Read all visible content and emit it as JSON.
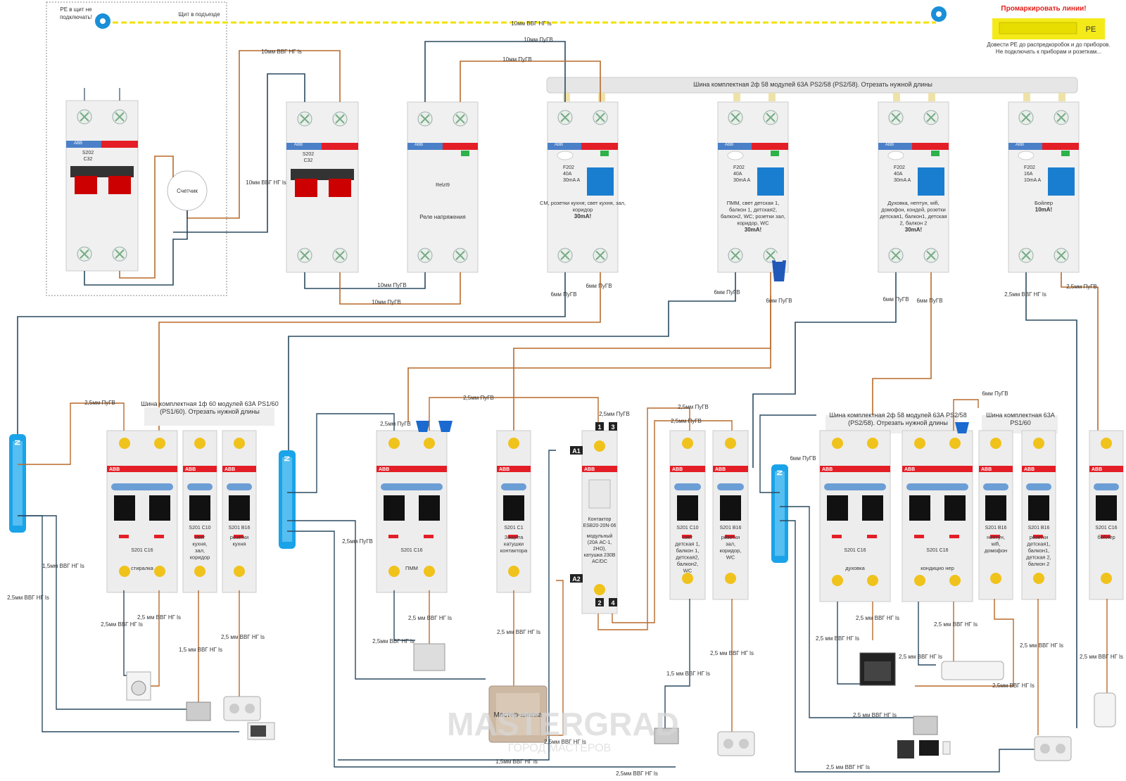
{
  "top": {
    "pe_note": [
      "PE в щит не",
      "подключать!"
    ],
    "panel_label": "Щит в подъезде",
    "pe_cable": "10мм ВВГ НГ ls",
    "mark_lines": "Промаркировать линии!",
    "pe_bar_label": "PE",
    "pe_advice": [
      "Довести PE до распредкоробок и до приборов.",
      "Не подключать к приборам и розеткам..."
    ],
    "meter": "Счетчик",
    "cable_upper_brown": "10мм ВВГ НГ ls",
    "cable_upper_blue": "10мм ВВГ НГ ls",
    "cable_pugv_1": "10мм ПуГВ",
    "cable_pugv_2": "10мм ПуГВ",
    "cable_pugv_3": "10мм ПуГВ",
    "cable_pugv_4": "10мм ПуГВ",
    "bus_top": "Шина комплектная 2ф 58 модулей 63А PS2/58 (PS2/58). Отрезать нужной длины"
  },
  "top_devices": [
    {
      "brand": "ABB",
      "type": "S202",
      "rating": "C32",
      "desc": ""
    },
    {
      "brand": "ABB",
      "type": "S202",
      "rating": "C32",
      "desc": ""
    },
    {
      "brand": "ABB",
      "type": "RelzI9",
      "rating": "",
      "desc": "Реле напряжения"
    },
    {
      "brand": "ABB",
      "type": "F202",
      "rating": "40A",
      "leak": "30mA A",
      "desc": "СМ, розетки кухня; свет кухня, зал, коридор",
      "bold": "30mA!"
    },
    {
      "brand": "ABB",
      "type": "F202",
      "rating": "40A",
      "leak": "30mA A",
      "desc": "ПММ, свет детская 1, балкон 1, детская2, балкон2, WC; розетки зал, коридор, WC",
      "bold": "30mA!"
    },
    {
      "brand": "ABB",
      "type": "F202",
      "rating": "40A",
      "leak": "30mA A",
      "desc": "Духовка, нептун, wifi, домофон, кондей, розетки детская1, балкон1, детская 2, балкон 2",
      "bold": "30mA!"
    },
    {
      "brand": "ABB",
      "type": "F202",
      "rating": "16A",
      "leak": "10mA A",
      "desc": "Бойлер",
      "bold": "10mA!"
    }
  ],
  "rcd_out_labels": [
    "6мм ПуГВ",
    "6мм ПуГВ",
    "6мм ПуГВ",
    "6мм ПуГВ",
    "6мм ПуГВ",
    "6мм ПуГВ",
    "2,5мм ВВГ НГ ls",
    "2,5мм ПуГВ"
  ],
  "bus_bottom_left": "Шина комплектная 1ф 60 модулей 63А PS1/60 (PS1/60). Отрезать нужной длины",
  "bus_bottom_right": "Шина комплектная 2ф 58 модулей 63А PS2/58 (PS2/58). Отрезать нужной длины",
  "bus_bottom_right2": "Шина комплектная 63А PS1/60",
  "bottom_devices": [
    {
      "brand": "ABB",
      "type": "S201 C16",
      "desc": "стиралка"
    },
    {
      "brand": "ABB",
      "type": "S201 C10",
      "desc": "свет кухня, зал, коридор"
    },
    {
      "brand": "ABB",
      "type": "S201 B16",
      "desc": "розетки кухня"
    },
    {
      "brand": "ABB",
      "type": "S201 C16",
      "desc": "ПММ"
    },
    {
      "brand": "ABB",
      "type": "S201 C1",
      "desc": "Защита катушки контактора"
    },
    {
      "brand": "ABB",
      "type": "Контактор ESB20-20N-06",
      "desc": "модульный (20А АС-1, 2НО), катушка 230В AC/DC"
    },
    {
      "brand": "ABB",
      "type": "S201 C10",
      "desc": "свет детская 1, балкон 1, детская2, балкон2, WC"
    },
    {
      "brand": "ABB",
      "type": "S201 B16",
      "desc": "розетки зал, коридор, WC"
    },
    {
      "brand": "ABB",
      "type": "S201 C16",
      "desc": "духовка"
    },
    {
      "brand": "ABB",
      "type": "S201 C16",
      "desc": "кондицио нер"
    },
    {
      "brand": "ABB",
      "type": "S201 B16",
      "desc": "нептун, wifi, домофон"
    },
    {
      "brand": "ABB",
      "type": "S201 B16",
      "desc": "розетки детская1, балкон1, детская 2, балкон 2"
    },
    {
      "brand": "ABB",
      "type": "S201 C16",
      "desc": "бойлер"
    }
  ],
  "cables": {
    "c1": "2,5мм ПуГВ",
    "c2": "1,5мм ВВГ НГ ls",
    "c3": "2,5мм ВВГ НГ ls",
    "c4": "2,5мм ВВГ НГ ls",
    "c5": "2,5 мм ВВГ НГ ls",
    "c6": "1,5 мм ВВГ НГ ls",
    "c7": "2,5 мм ВВГ НГ ls",
    "c8": "2,5мм ПуГВ",
    "c9": "2,5мм ВВГ НГ ls",
    "c10": "2,5 мм ВВГ НГ ls",
    "c11": "2,5мм ПуГВ",
    "c12": "2,5мм ПуГВ",
    "c13": "2,5 мм ВВГ НГ ls",
    "c14": "2,5мм ПуГВ",
    "c15": "2,5мм ПуГВ",
    "c16": "2,5мм ПуГВ",
    "c17": "1,5 мм ВВГ НГ ls",
    "c18": "2,5 мм ВВГ НГ ls",
    "c19": "2,5мм ВВГ НГ ls",
    "c20": "1,5мм ВВГ НГ ls",
    "c21": "2,5мм ВВГ НГ ls",
    "c22": "6мм ПуГВ",
    "c23": "2,5 мм ВВГ НГ ls",
    "c24": "2,5 мм ВВГ НГ ls",
    "c25": "2,5 мм ВВГ НГ ls",
    "c26": "2,5 мм ВВГ НГ ls",
    "c27": "2,5 мм ВВГ НГ ls",
    "c28": "2,5 мм ВВГ НГ ls",
    "c29": "2,5мм ВВГ НГ ls",
    "c30": "6мм ПуГВ",
    "c31": "2,5 мм ВВГ НГ ls",
    "c32": "2,5 мм ВВГ НГ ls"
  },
  "contactor_terminals": [
    "1",
    "3",
    "2",
    "4",
    "A1",
    "A2"
  ],
  "master_button": "Мастер-кнопка",
  "watermark": "MASTERGRAD",
  "watermark_sub": "ГОРОД МАСТЕРОВ",
  "neutral_label": "N"
}
